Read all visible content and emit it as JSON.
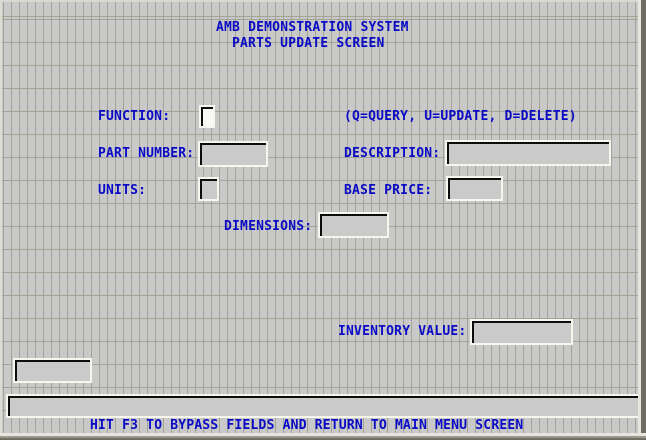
{
  "header": {
    "title": "AMB DEMONSTRATION SYSTEM",
    "subtitle": "PARTS UPDATE SCREEN"
  },
  "form": {
    "function": {
      "label": "FUNCTION:",
      "value": "",
      "hint": "(Q=QUERY, U=UPDATE, D=DELETE)"
    },
    "part_number": {
      "label": "PART NUMBER:",
      "value": ""
    },
    "description": {
      "label": "DESCRIPTION:",
      "value": ""
    },
    "units": {
      "label": "UNITS:",
      "value": ""
    },
    "base_price": {
      "label": "BASE PRICE:",
      "value": ""
    },
    "dimensions": {
      "label": "DIMENSIONS:",
      "value": ""
    },
    "inventory_value": {
      "label": "INVENTORY VALUE:",
      "value": ""
    },
    "scratch_field": {
      "value": ""
    },
    "message_line": {
      "value": ""
    }
  },
  "footer": {
    "message": "HIT F3 TO BYPASS FIELDS AND RETURN TO MAIN MENU SCREEN"
  },
  "colors": {
    "text_blue": "#0a0ac6",
    "screen_bg": "#c9c9c9",
    "grid_line": "#a4a496",
    "field_bg": "#cacaca",
    "field_highlight": "#f6f6ee",
    "field_shadow": "#0d0d0d",
    "window_shadow": "#6d6d63"
  }
}
